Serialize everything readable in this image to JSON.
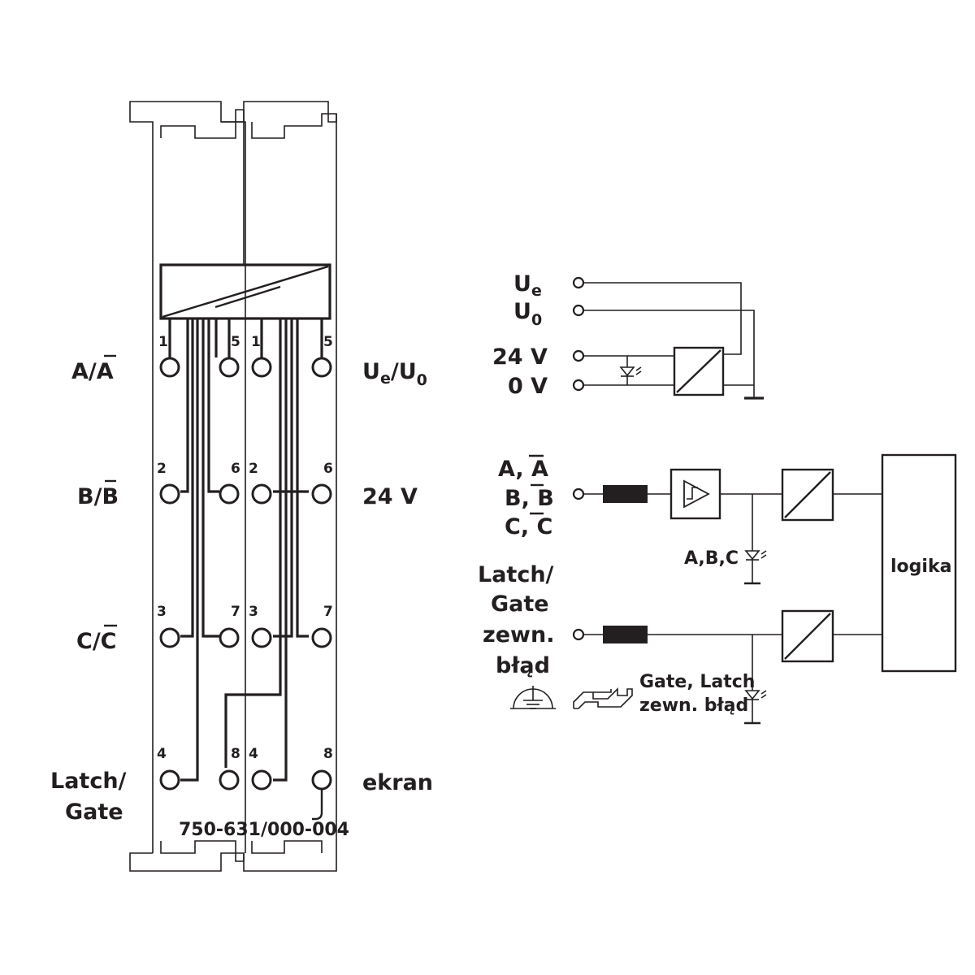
{
  "module": {
    "part_number": "750-631/000-004",
    "left_labels": [
      "A/A",
      "B/B",
      "C/C",
      "Latch/",
      "Gate"
    ],
    "right_labels": {
      "ue_u0_main": "U",
      "ue_sub": "e",
      "slash": "/U",
      "u0_sub": "0",
      "v24": "24 V",
      "ekran": "ekran"
    },
    "terminal_numbers": {
      "n1": "1",
      "n2": "2",
      "n3": "3",
      "n4": "4",
      "n5": "5",
      "n6": "6",
      "n7": "7",
      "n8": "8"
    }
  },
  "schematic": {
    "power_labels": {
      "ue": "U",
      "ue_sub": "e",
      "u0": "U",
      "u0_sub": "0",
      "v24": "24 V",
      "v0": "0 V"
    },
    "input_labels": {
      "a": "A, A",
      "b": "B, B",
      "c": "C, C"
    },
    "latch_labels": {
      "l1": "Latch/",
      "l2": "Gate",
      "l3": "zewn.",
      "l4": "błąd"
    },
    "led_abc": "A,B,C",
    "led_gate1": "Gate, Latch",
    "led_gate2": "zewn. błąd",
    "logic_block": "logika"
  }
}
